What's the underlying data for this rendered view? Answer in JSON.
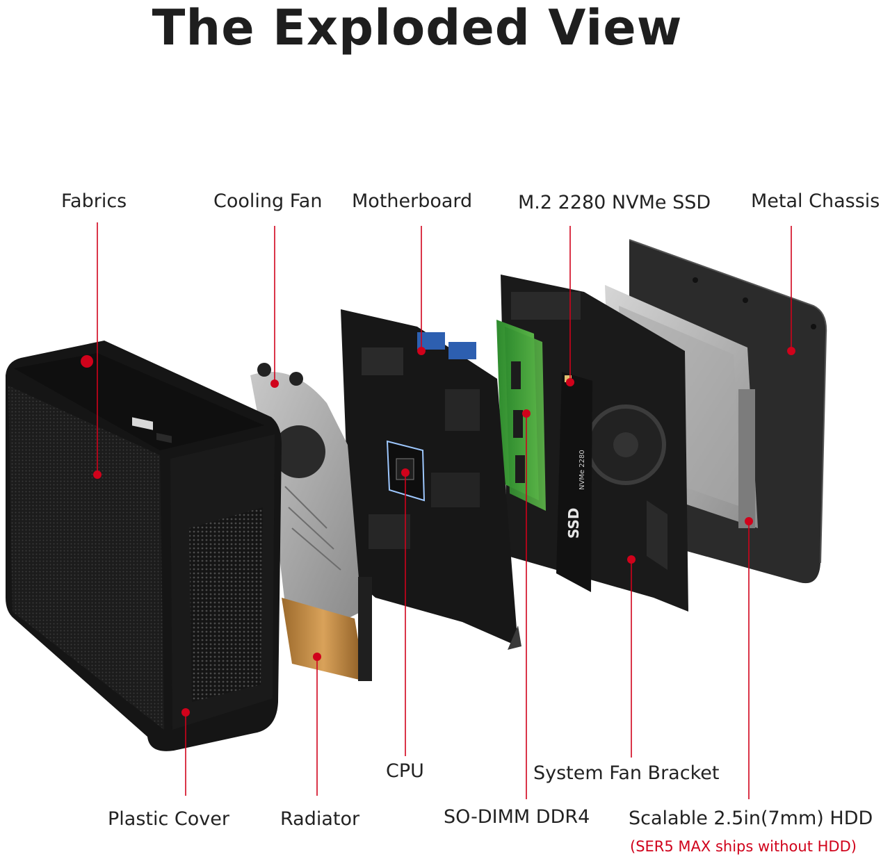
{
  "title": "The Exploded View",
  "labels": {
    "fabrics": "Fabrics",
    "cooling_fan": "Cooling Fan",
    "motherboard": "Motherboard",
    "ssd": "M.2 2280 NVMe SSD",
    "metal_chassis": "Metal Chassis",
    "cpu": "CPU",
    "system_fan_bracket": "System Fan Bracket",
    "plastic_cover": "Plastic Cover",
    "radiator": "Radiator",
    "sodimm": "SO-DIMM DDR4",
    "hdd": "Scalable 2.5in(7mm) HDD",
    "hdd_note": "(SER5 MAX ships without HDD)"
  },
  "ssd_marking": "SSD",
  "ssd_sub": "NVMe 2280",
  "colors": {
    "accent": "#d0021b",
    "text": "#222222",
    "title": "#1e1e1e"
  }
}
